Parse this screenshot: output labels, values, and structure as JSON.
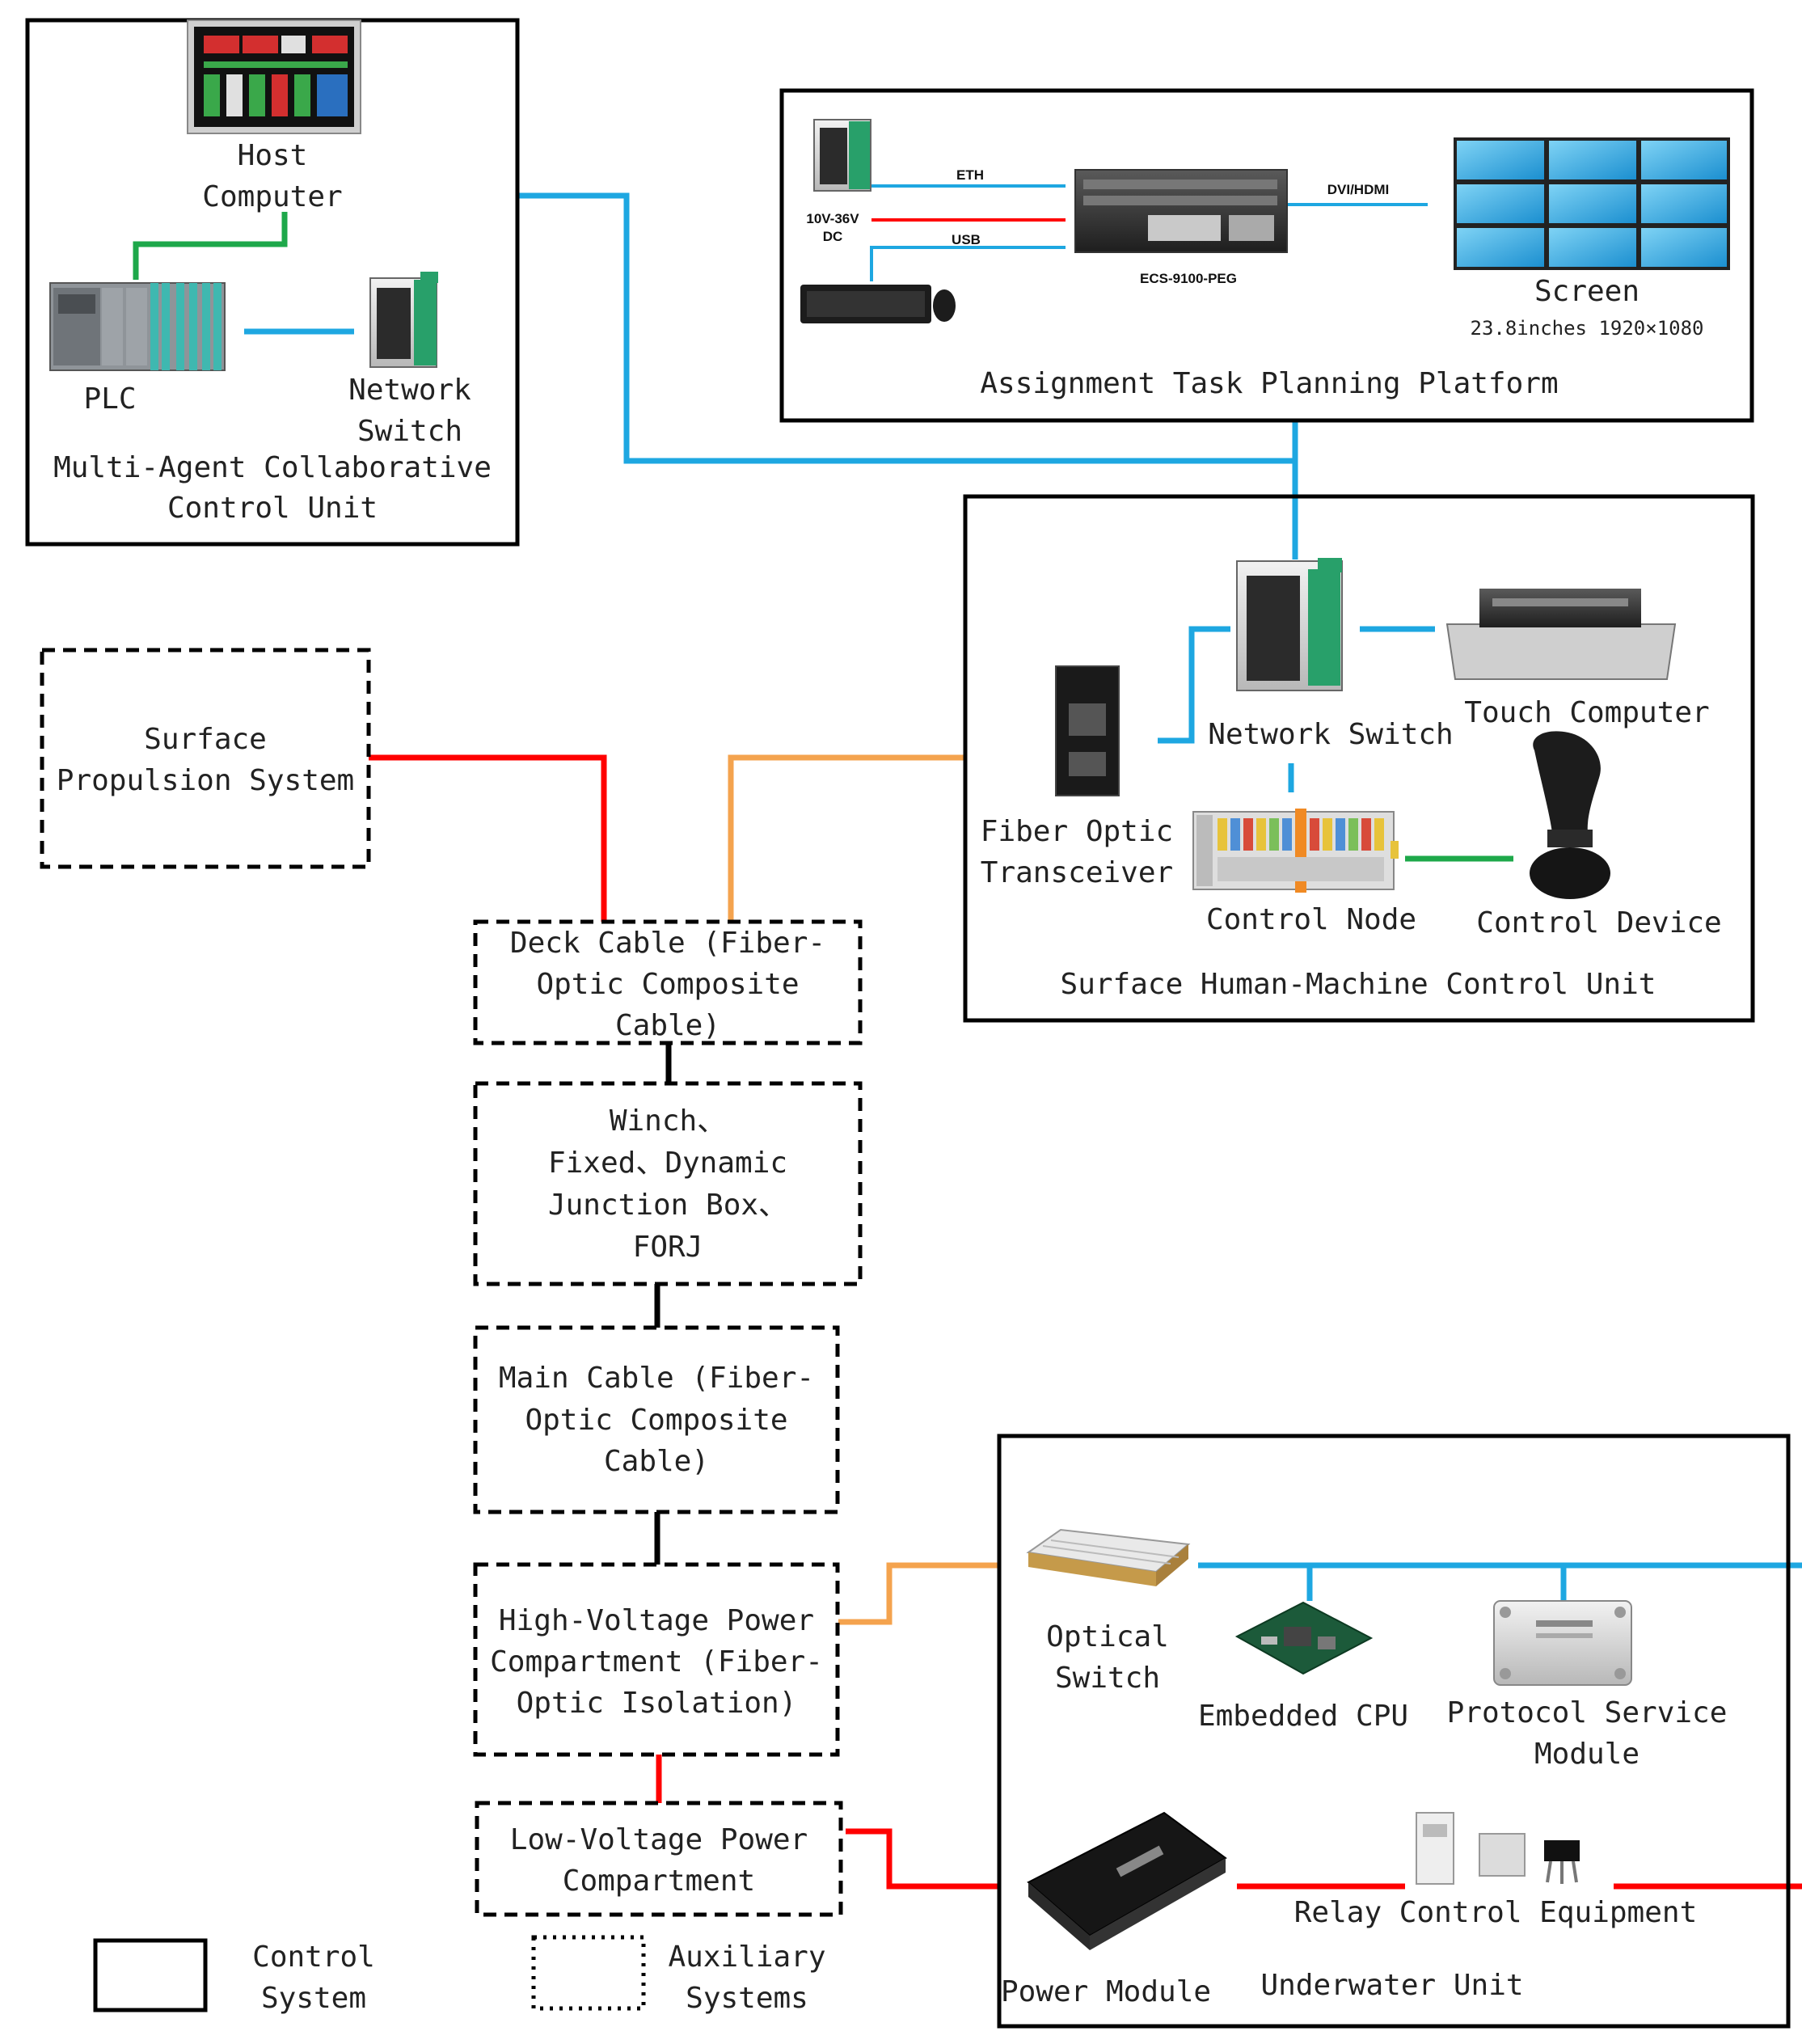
{
  "units": {
    "multi_agent": {
      "title_line1": "Multi-Agent Collaborative",
      "title_line2": "Control Unit",
      "host_line1": "Host",
      "host_line2": "Computer",
      "plc": "PLC",
      "switch_line1": "Network",
      "switch_line2": "Switch"
    },
    "task_platform": {
      "title": "Assignment Task Planning Platform",
      "eth": "ETH",
      "power_line1": "10V-36V",
      "power_line2": "DC",
      "usb": "USB",
      "dvi": "DVI/HDMI",
      "computer_model": "ECS-9100-PEG",
      "screen": "Screen",
      "screen_spec": "23.8inches 1920×1080"
    },
    "surface_hmi": {
      "title": "Surface Human-Machine Control Unit",
      "network_switch": "Network Switch",
      "touch_computer": "Touch Computer",
      "transceiver_line1": "Fiber Optic",
      "transceiver_line2": "Transceiver",
      "control_node": "Control Node",
      "control_device": "Control Device"
    },
    "underwater": {
      "title": "Underwater Unit",
      "optical_line1": "Optical",
      "optical_line2": "Switch",
      "embedded_cpu": "Embedded CPU",
      "protocol_line1": "Protocol Service",
      "protocol_line2": "Module",
      "relay": "Relay Control Equipment",
      "power_module": "Power Module"
    }
  },
  "auxiliary": {
    "propulsion_line1": "Surface",
    "propulsion_line2": "Propulsion System",
    "deck_line1": "Deck Cable (Fiber-",
    "deck_line2": "Optic Composite",
    "deck_line3": "Cable)",
    "winch_line1": "Winch、",
    "winch_line2": "Fixed、Dynamic",
    "winch_line3": "Junction Box、",
    "winch_line4": "FORJ",
    "main_line1": "Main Cable (Fiber-",
    "main_line2": "Optic Composite",
    "main_line3": "Cable)",
    "hv_line1": "High-Voltage Power",
    "hv_line2": "Compartment (Fiber-",
    "hv_line3": "Optic Isolation)",
    "lv_line1": "Low-Voltage Power",
    "lv_line2": "Compartment"
  },
  "legend": {
    "control_line1": "Control",
    "control_line2": "System",
    "aux_line1": "Auxiliary",
    "aux_line2": "Systems"
  },
  "colors": {
    "ethernet": "#1ea7e1",
    "power": "#ff0000",
    "fiber": "#f4a34e",
    "control_link": "#1ea84a",
    "cable": "#000000"
  }
}
